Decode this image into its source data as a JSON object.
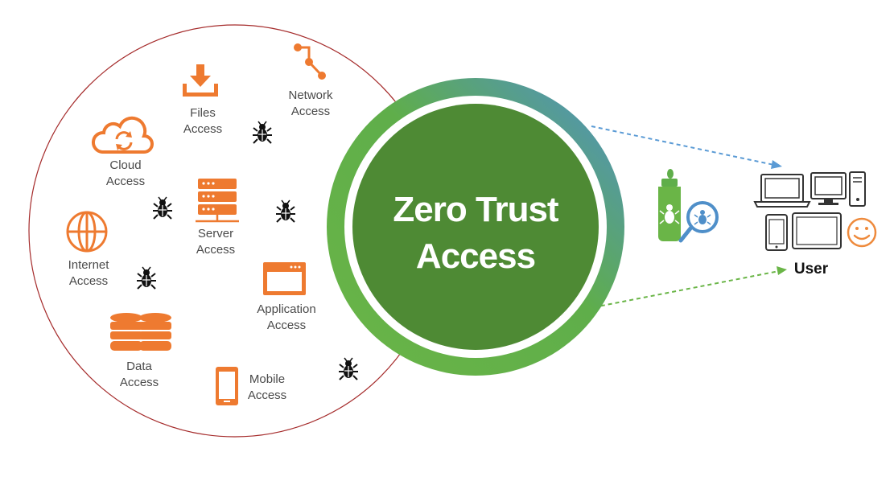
{
  "center": {
    "line1": "Zero Trust",
    "line2": "Access"
  },
  "user_label": "User",
  "resources": [
    {
      "id": "files",
      "line1": "Files",
      "line2": "Access",
      "icon": "download-tray-icon"
    },
    {
      "id": "network",
      "line1": "Network",
      "line2": "Access",
      "icon": "network-nodes-icon"
    },
    {
      "id": "cloud",
      "line1": "Cloud",
      "line2": "Access",
      "icon": "cloud-sync-icon"
    },
    {
      "id": "server",
      "line1": "Server",
      "line2": "Access",
      "icon": "server-rack-icon"
    },
    {
      "id": "internet",
      "line1": "Internet",
      "line2": "Access",
      "icon": "globe-icon"
    },
    {
      "id": "application",
      "line1": "Application",
      "line2": "Access",
      "icon": "app-window-icon"
    },
    {
      "id": "data",
      "line1": "Data",
      "line2": "Access",
      "icon": "database-icon"
    },
    {
      "id": "mobile",
      "line1": "Mobile",
      "line2": "Access",
      "icon": "mobile-phone-icon"
    }
  ],
  "colors": {
    "accent_orange": "#ee7a30",
    "boundary_red": "#a52b2b",
    "center_green": "#4e8a34",
    "ring_green": "#6ab547",
    "ring_blue": "#4f8fc9",
    "arrow_blue": "#5b9bd5",
    "arrow_green": "#6ab547",
    "device_gray": "#333333",
    "smiley_orange": "#ee8a3c"
  },
  "icons": {
    "threat": "bug-icon",
    "antivirus": "antivirus-spray-icon",
    "devices": [
      "laptop-icon",
      "desktop-monitor-icon",
      "tower-pc-icon",
      "phone-icon",
      "tablet-icon",
      "smiley-icon"
    ]
  }
}
